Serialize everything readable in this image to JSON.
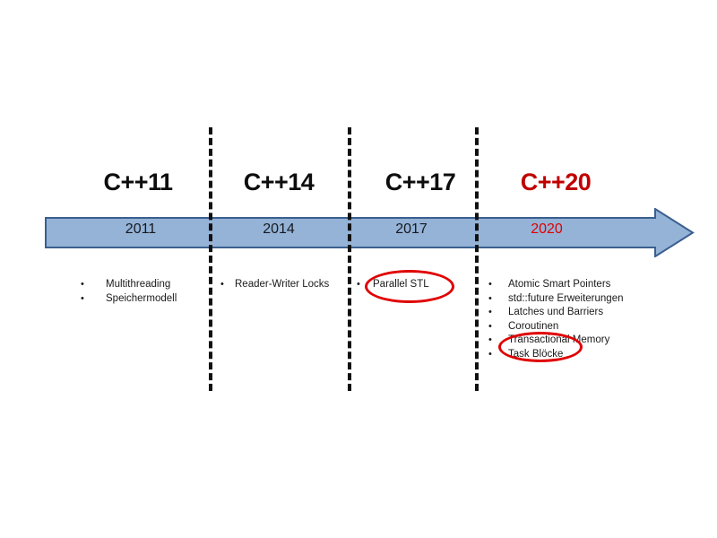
{
  "diagram": {
    "title": "C++ Concurrency Timeline",
    "colors": {
      "arrow_fill": "#95b3d7",
      "arrow_border": "#3a5f8f",
      "accent_red": "#c00000",
      "highlight_red": "#e00000",
      "text_black": "#0d0d0d",
      "background": "#ffffff"
    },
    "eras": [
      {
        "heading": "C++11",
        "year": "2011",
        "accent": false,
        "features": [
          "Multithreading",
          "Speichermodell"
        ]
      },
      {
        "heading": "C++14",
        "year": "2014",
        "accent": false,
        "features": [
          "Reader-Writer  Locks"
        ]
      },
      {
        "heading": "C++17",
        "year": "2017",
        "accent": false,
        "features": [
          "Parallel STL"
        ]
      },
      {
        "heading": "C++20",
        "year": "2020",
        "accent": true,
        "features": [
          "Atomic Smart Pointers",
          "std::future Erweiterungen",
          "Latches und Barriers",
          "Coroutinen",
          "Transactional Memory",
          "Task Blöcke"
        ]
      }
    ],
    "bullet_glyph": "•",
    "highlights": [
      {
        "label": "Parallel STL"
      },
      {
        "label": "Task Blöcke"
      }
    ]
  }
}
